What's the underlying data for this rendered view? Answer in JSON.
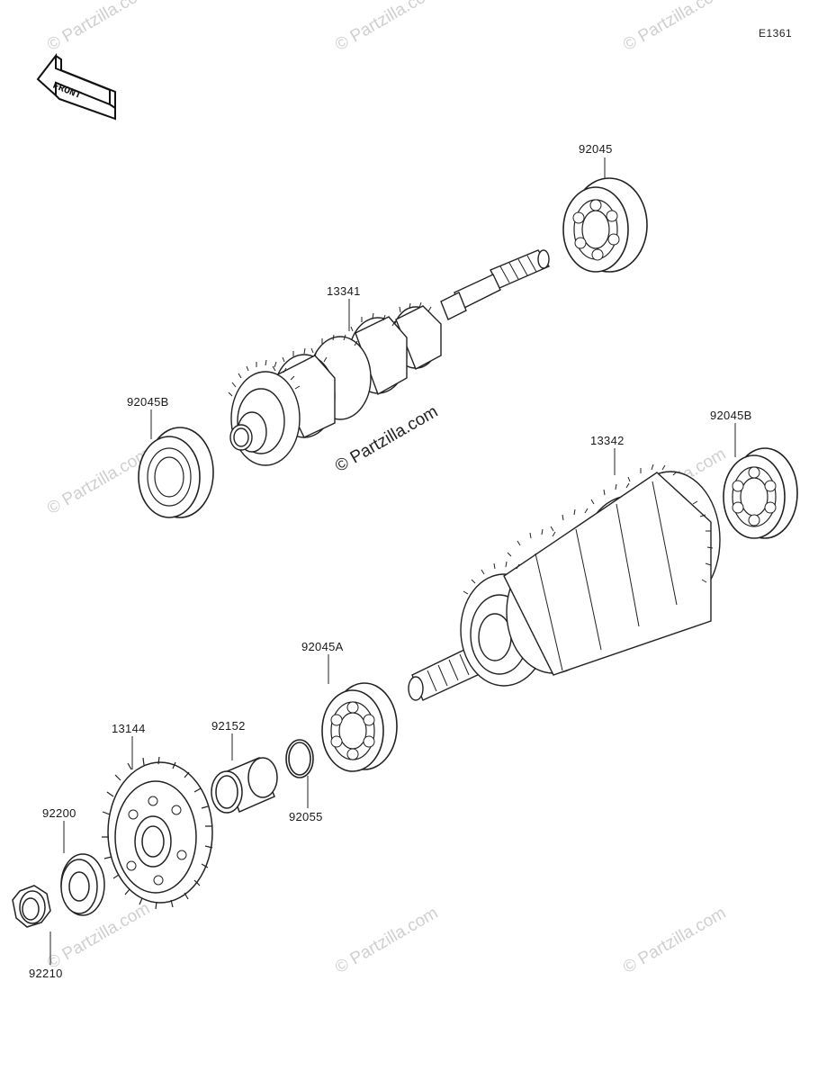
{
  "diagram": {
    "code": "E1361",
    "front_arrow_label": "FRONT",
    "center_watermark": "© Partzilla.com",
    "repeated_watermark": "© Partzilla.com"
  },
  "parts": [
    {
      "id": "p1",
      "number": "92045"
    },
    {
      "id": "p2",
      "number": "13341"
    },
    {
      "id": "p3",
      "number": "92045B"
    },
    {
      "id": "p4",
      "number": "13342"
    },
    {
      "id": "p5",
      "number": "92045B"
    },
    {
      "id": "p6",
      "number": "92045A"
    },
    {
      "id": "p7",
      "number": "13144"
    },
    {
      "id": "p8",
      "number": "92152"
    },
    {
      "id": "p9",
      "number": "92055"
    },
    {
      "id": "p10",
      "number": "92200"
    },
    {
      "id": "p11",
      "number": "92210"
    }
  ]
}
